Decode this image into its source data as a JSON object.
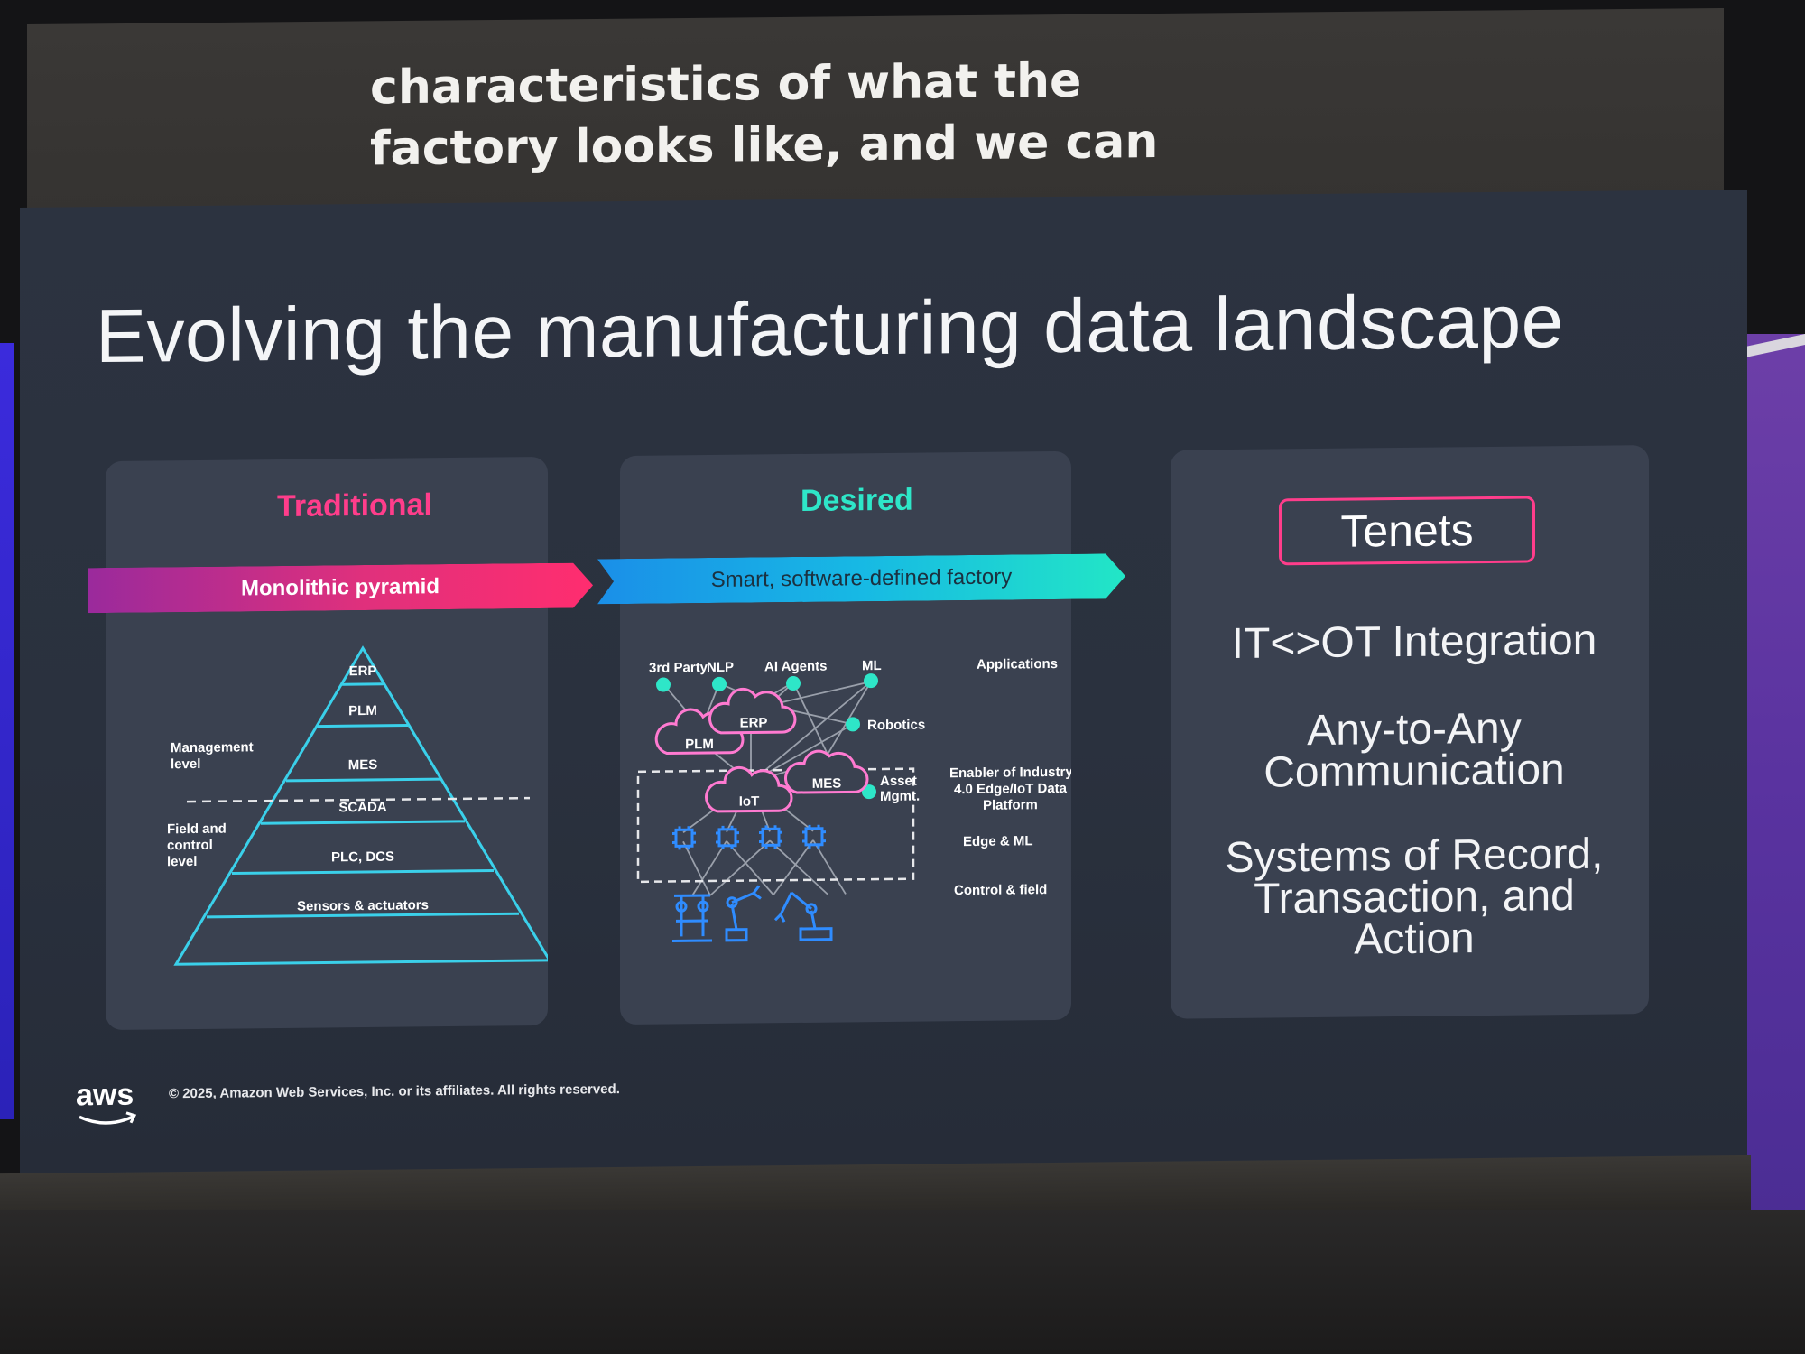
{
  "caption": {
    "line1": "characteristics of what the",
    "line2": "factory looks like, and we can"
  },
  "slide": {
    "title": "Evolving the manufacturing data landscape",
    "traditional": {
      "heading": "Traditional",
      "banner": "Monolithic pyramid",
      "management_label_1": "Management",
      "management_label_2": "level",
      "field_label_1": "Field and",
      "field_label_2": "control",
      "field_label_3": "level",
      "layers": [
        "ERP",
        "PLM",
        "MES",
        "SCADA",
        "PLC, DCS",
        "Sensors & actuators"
      ]
    },
    "desired": {
      "heading": "Desired",
      "banner": "Smart, software-defined factory",
      "apps": [
        "3rd Party",
        "NLP",
        "AI Agents",
        "ML"
      ],
      "robotics": "Robotics",
      "clouds": [
        "PLM",
        "ERP",
        "MES",
        "IoT"
      ],
      "asset_1": "Asset",
      "asset_2": "Mgmt.",
      "right_labels": {
        "applications": "Applications",
        "enabler_1": "Enabler of Industry",
        "enabler_2": "4.0 Edge/IoT Data",
        "enabler_3": "Platform",
        "edge_ml": "Edge & ML",
        "control_field": "Control & field"
      }
    },
    "tenets": {
      "heading": "Tenets",
      "item1": "IT<>OT Integration",
      "item2_1": "Any-to-Any",
      "item2_2": "Communication",
      "item3_1": "Systems of Record,",
      "item3_2": "Transaction, and",
      "item3_3": "Action"
    },
    "footer": {
      "logo": "aws",
      "copyright": "© 2025, Amazon Web Services, Inc. or its affiliates. All rights reserved."
    }
  },
  "colors": {
    "pink": "#ff3d8b",
    "teal": "#2ee6c8",
    "cyan_line": "#29c6f0",
    "blue_icon": "#2f8cff",
    "cloud_pink": "#ff7ad1"
  }
}
